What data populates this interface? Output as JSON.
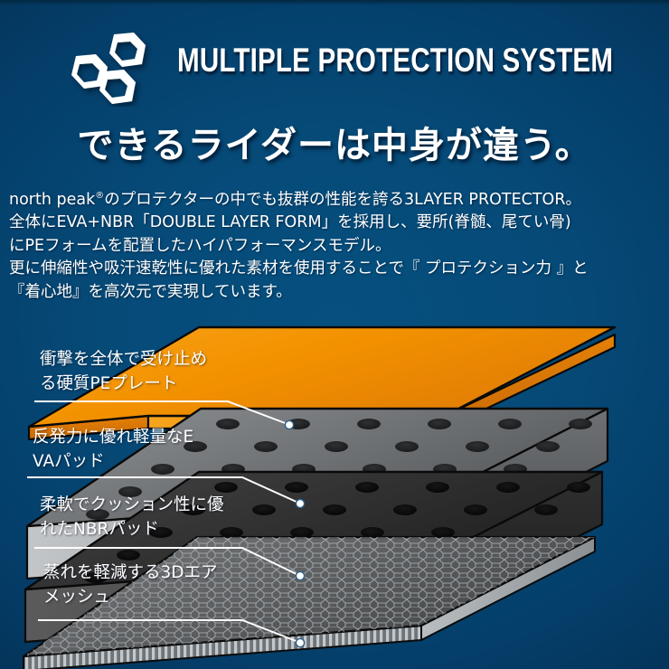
{
  "header": {
    "title": "MULTIPLE PROTECTION SYSTEM",
    "logo_icon": "hexagon-cluster-icon"
  },
  "headline": "できるライダーは中身が違う。",
  "body_copy": {
    "line1_a": "north peak",
    "line1_reg": "®",
    "line1_b": "のプロテクターの中でも抜群の性能を誇る3LAYER PROTECTOR。",
    "line2": "全体にEVA+NBR「DOUBLE LAYER FORM」を採用し、要所(脊髄、尾てい骨)",
    "line3": "にPEフォームを配置したハイパフォーマンスモデル。",
    "line4": "更に伸縮性や吸汗速乾性に優れた素材を使用することで『 プロテクション力 』と",
    "line5": "『着心地』を高次元で実現しています。"
  },
  "callouts": [
    {
      "line1": "衝撃を全体で受け止め",
      "line2": "る硬質PEプレート",
      "target_layer": "pe-plate"
    },
    {
      "line1": "反発力に優れ軽量なE",
      "line2": "VAパッド",
      "target_layer": "eva-pad"
    },
    {
      "line1": "柔軟でクッション性に優",
      "line2": "れたNBRパッド",
      "target_layer": "nbr-pad"
    },
    {
      "line1": "蒸れを軽減する3Dエア",
      "line2": "メッシュ",
      "target_layer": "air-mesh"
    }
  ],
  "layers": [
    {
      "name": "pe-plate",
      "label": "硬質PEプレート",
      "color_top": "#f59000",
      "color_side": "#e07b0a",
      "thickness": "thin",
      "surface": "solid"
    },
    {
      "name": "eva-pad",
      "label": "EVAパッド",
      "color_top": "#8c8f92",
      "color_side": "#adb0b2",
      "thickness": "thick",
      "surface": "perforated"
    },
    {
      "name": "nbr-pad",
      "label": "NBRパッド",
      "color_top": "#3b3b3c",
      "color_side": "#4c4c4d",
      "thickness": "thick",
      "surface": "perforated"
    },
    {
      "name": "air-mesh",
      "label": "3Dエアメッシュ",
      "color_top": "#6a6c6e",
      "color_side": "#9aa0a4",
      "thickness": "thin",
      "surface": "honeycomb"
    }
  ],
  "colors": {
    "background_center": "#064a78",
    "background_edge": "#032f52",
    "text": "#ffffff",
    "accent_orange": "#f59000",
    "leader_line": "#ffffff"
  }
}
